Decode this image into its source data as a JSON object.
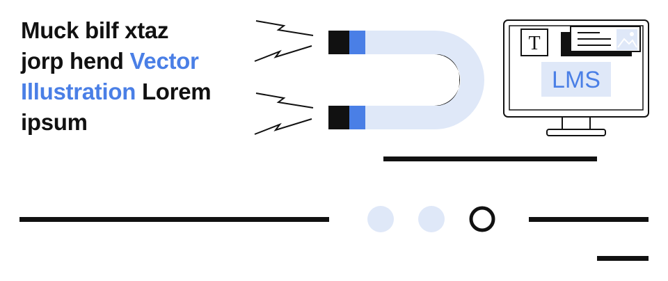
{
  "headline": {
    "line1": "Muck bilf xtaz",
    "line2_plain": "jorp hend ",
    "line2_accent": "Vector",
    "line3_accent": "Illustration",
    "line3_plain": " Lorem",
    "line4": "ipsum"
  },
  "monitor": {
    "screen_label": "LMS",
    "text_icon_glyph": "T"
  },
  "icons": {
    "magnet": "magnet-icon",
    "text": "text-format-icon",
    "image": "image-icon",
    "monitor": "monitor-icon"
  },
  "colors": {
    "accent": "#4a7fe6",
    "light_blue": "#dfe8f8",
    "ink": "#111111"
  },
  "carousel": {
    "dot_count": 3,
    "active_index": 2
  }
}
